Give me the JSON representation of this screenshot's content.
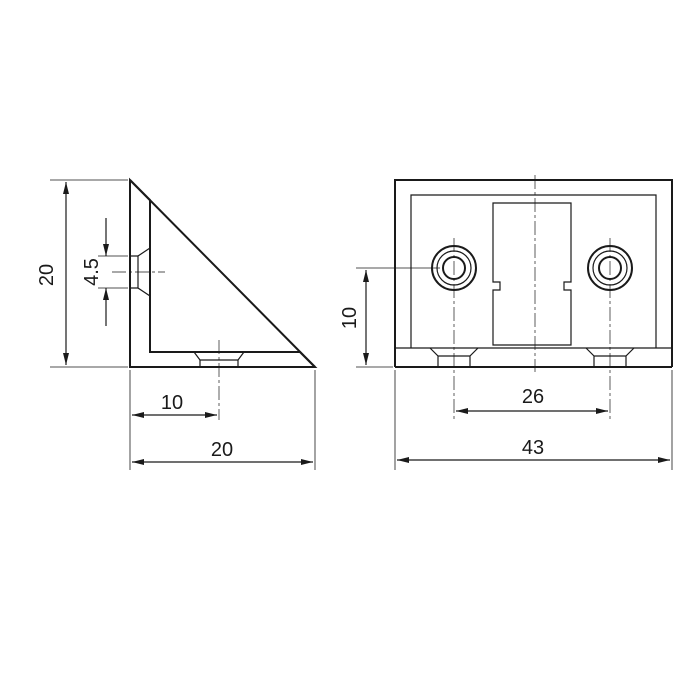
{
  "drawing": {
    "side_view": {
      "height_dim": "20",
      "hole_dim": "4.5",
      "hole_offset_dim": "10",
      "width_dim": "20"
    },
    "front_view": {
      "hole_height_dim": "10",
      "hole_spacing_dim": "26",
      "overall_width_dim": "43"
    },
    "colors": {
      "line": "#1a1a1a",
      "background": "#ffffff"
    }
  }
}
